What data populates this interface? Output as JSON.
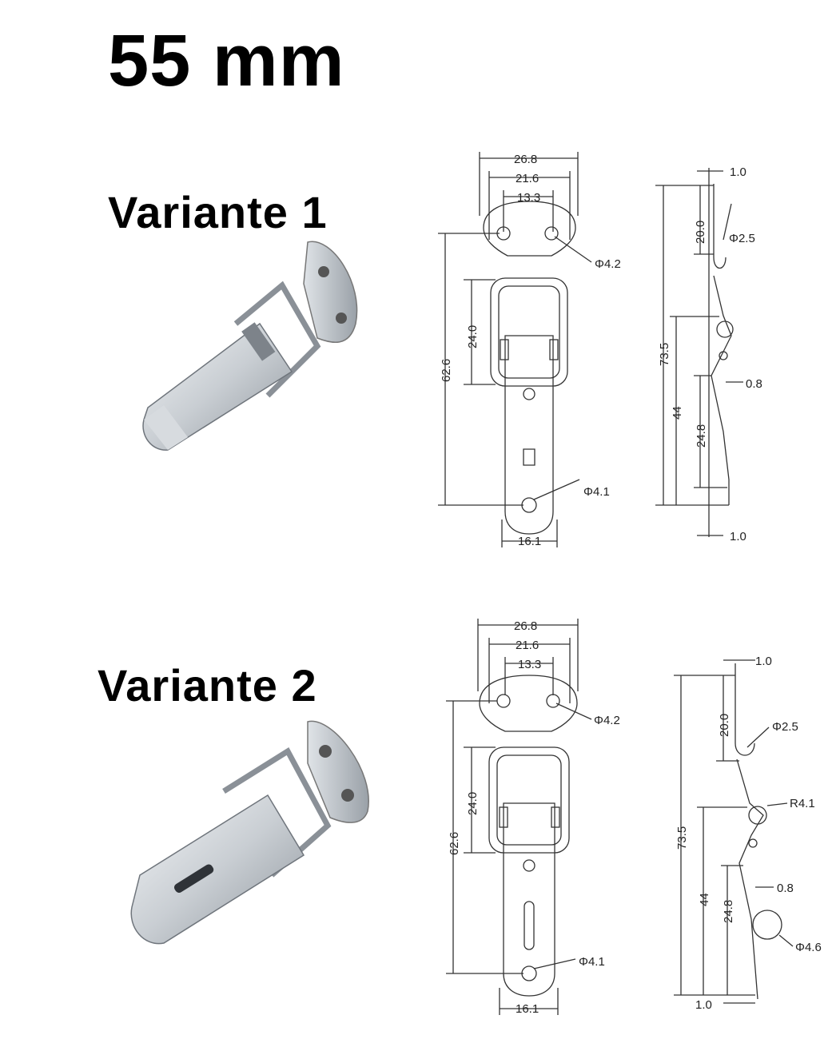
{
  "title": "55 mm",
  "variants": [
    {
      "label": "Variante 1",
      "dims": {
        "w_26_8": "26.8",
        "w_21_6": "21.6",
        "w_13_3": "13.3",
        "hole_4_2": "Φ4.2",
        "h_62_6": "62.6",
        "h_24_0": "24.0",
        "hole_4_1": "Φ4.1",
        "w_16_1": "16.1",
        "t_top": "1.0",
        "h_20_0": "20.0",
        "hole_2_5": "Φ2.5",
        "h_73_5": "73.5",
        "t_0_8": "0.8",
        "h_44": "44",
        "h_24_8": "24.8",
        "t_bottom": "1.0"
      }
    },
    {
      "label": "Variante 2",
      "dims": {
        "w_26_8": "26.8",
        "w_21_6": "21.6",
        "w_13_3": "13.3",
        "hole_4_2": "Φ4.2",
        "h_62_6": "62.6",
        "h_24_0": "24.0",
        "hole_4_1": "Φ4.1",
        "w_16_1": "16.1",
        "t_top": "1.0",
        "h_20_0": "20.0",
        "hole_2_5": "Φ2.5",
        "r_4_1": "R4.1",
        "h_73_5": "73.5",
        "t_0_8": "0.8",
        "h_44": "44",
        "h_24_8": "24.8",
        "hole_4_6": "Φ4.6",
        "t_bottom": "1.0"
      }
    }
  ],
  "colors": {
    "metal_light": "#e9ecef",
    "metal_mid": "#b9bec4",
    "metal_dark": "#6f757c",
    "line": "#333333"
  }
}
